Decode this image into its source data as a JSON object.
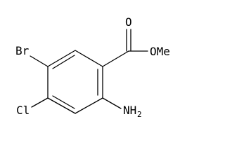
{
  "molecule": {
    "atoms": {
      "bromine": "Br",
      "chlorine": "Cl",
      "carbonyl_oxygen": "O",
      "ester_group": "OMe",
      "amino_n": "NH",
      "amino_sub": "2"
    },
    "colors": {
      "bond": "#000000",
      "label": "#000000",
      "background": "#ffffff"
    }
  }
}
